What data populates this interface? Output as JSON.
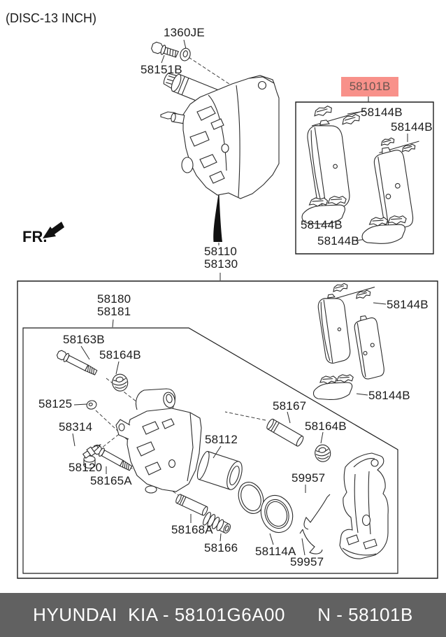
{
  "page": {
    "note": "(DISC-13 INCH)"
  },
  "fr": {
    "label": "FR."
  },
  "highlight": {
    "label": "58101B",
    "bg": "#f8918a"
  },
  "colors": {
    "footer_bg": "#616161",
    "line": "#2b2b2b",
    "highlight_bg": "#f8918a"
  },
  "labels": [
    {
      "text": "1360JE"
    },
    {
      "text": "58151B"
    },
    {
      "text": "58144B"
    },
    {
      "text": "58144B"
    },
    {
      "text": "58144B"
    },
    {
      "text": "58144B"
    },
    {
      "text": "58110"
    },
    {
      "text": "58130"
    },
    {
      "text": "58180"
    },
    {
      "text": "58181"
    },
    {
      "text": "58144B"
    },
    {
      "text": "58144B"
    },
    {
      "text": "58163B"
    },
    {
      "text": "58164B"
    },
    {
      "text": "58125"
    },
    {
      "text": "58314"
    },
    {
      "text": "58120"
    },
    {
      "text": "58165A"
    },
    {
      "text": "58112"
    },
    {
      "text": "58167"
    },
    {
      "text": "58164B"
    },
    {
      "text": "59957"
    },
    {
      "text": "58168A"
    },
    {
      "text": "58166"
    },
    {
      "text": "58114A"
    },
    {
      "text": "59957"
    }
  ],
  "footer": {
    "text": "HYUNDAI  KIA - 58101G6A00      N - 58101B"
  }
}
